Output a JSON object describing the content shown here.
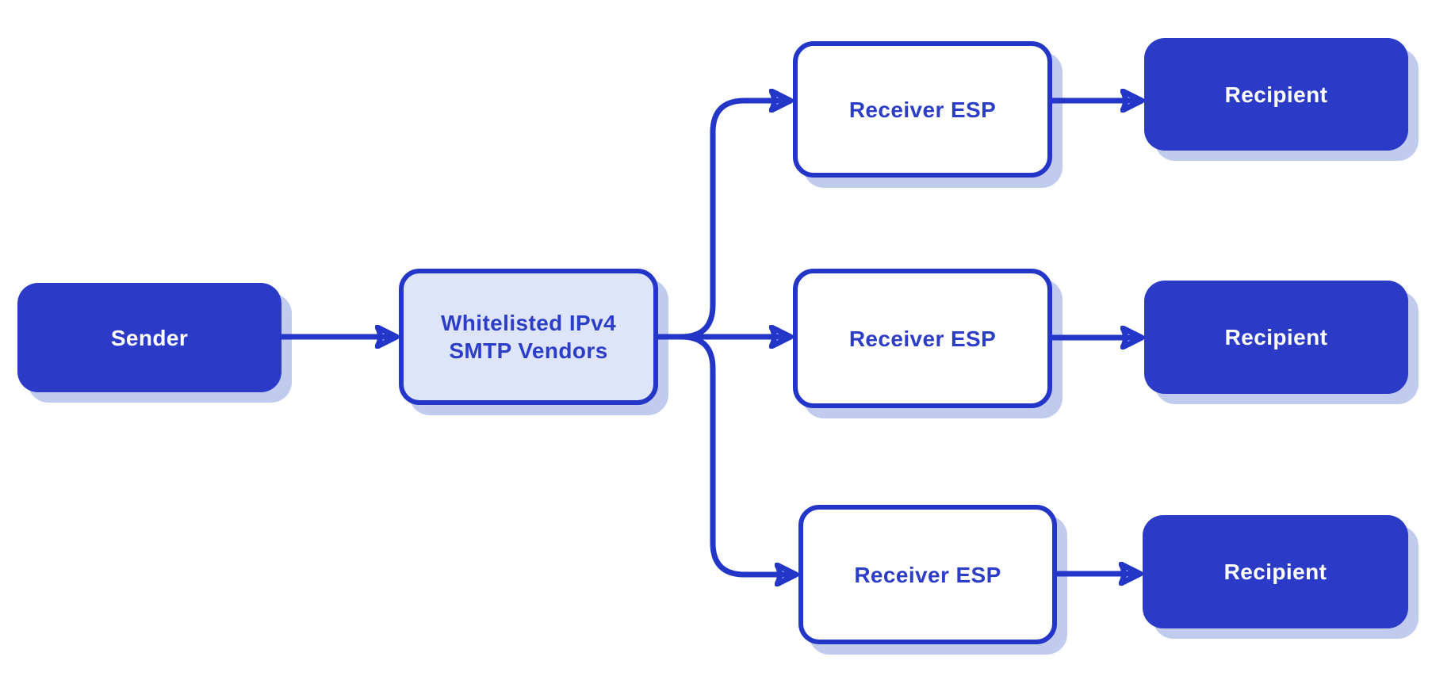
{
  "diagram": {
    "nodes": [
      {
        "id": "sender",
        "label": "Sender"
      },
      {
        "id": "smtp-vendors",
        "label": "Whitelisted IPv4\nSMTP Vendors"
      },
      {
        "id": "receiver-esp-top",
        "label": "Receiver ESP"
      },
      {
        "id": "receiver-esp-middle",
        "label": "Receiver ESP"
      },
      {
        "id": "receiver-esp-bottom",
        "label": "Receiver ESP"
      },
      {
        "id": "recipient-top",
        "label": "Recipient"
      },
      {
        "id": "recipient-middle",
        "label": "Recipient"
      },
      {
        "id": "recipient-bottom",
        "label": "Recipient"
      }
    ],
    "edges": [
      {
        "from": "sender",
        "to": "smtp-vendors"
      },
      {
        "from": "smtp-vendors",
        "to": "receiver-esp-top"
      },
      {
        "from": "smtp-vendors",
        "to": "receiver-esp-middle"
      },
      {
        "from": "smtp-vendors",
        "to": "receiver-esp-bottom"
      },
      {
        "from": "receiver-esp-top",
        "to": "recipient-top"
      },
      {
        "from": "receiver-esp-middle",
        "to": "recipient-middle"
      },
      {
        "from": "receiver-esp-bottom",
        "to": "recipient-bottom"
      }
    ],
    "colors": {
      "line": "#2336c8",
      "solid_fill": "#2b3bc7",
      "tint_fill": "#dfe5f8",
      "outline_fill": "#ffffff",
      "shadow": "#c0cbee",
      "text_on_solid": "#ffffff",
      "text_blue": "#2c3ec8",
      "background": "#ffffff"
    }
  }
}
